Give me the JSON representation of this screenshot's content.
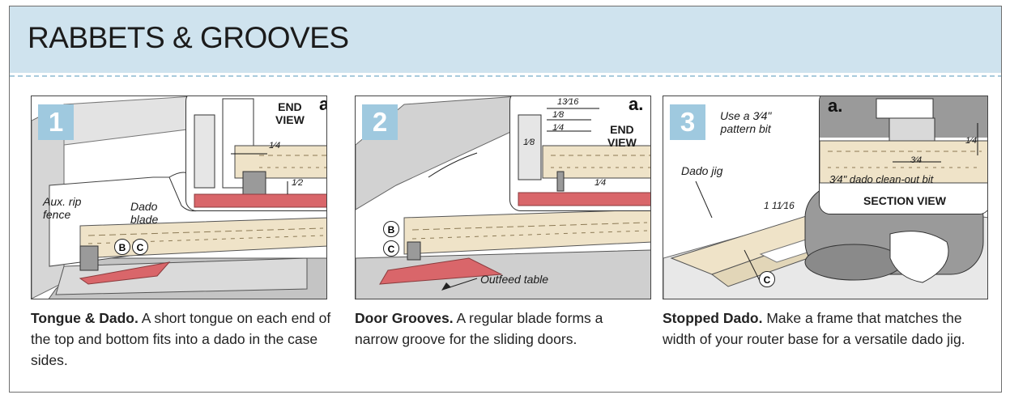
{
  "header": {
    "title": "RABBETS & GROOVES"
  },
  "panels": [
    {
      "number": "1",
      "inset_mark": "a.",
      "inset_view": "END\nVIEW",
      "dims": [
        "1⁄4",
        "1⁄2"
      ],
      "labels": {
        "fence": "Aux. rip\nfence",
        "blade": "Dado\nblade",
        "b": "B",
        "c": "C"
      },
      "caption_title": "Tongue & Dado.",
      "caption_text": " A short tongue on each end of the top and bottom fits into a dado in the case sides."
    },
    {
      "number": "2",
      "inset_mark": "a.",
      "inset_view": "END\nVIEW",
      "dims": [
        "13⁄16",
        "1⁄8",
        "1⁄4",
        "1⁄8",
        "1⁄4"
      ],
      "labels": {
        "b": "B",
        "c": "C",
        "outfeed": "Outfeed table"
      },
      "caption_title": "Door Grooves.",
      "caption_text": " A regular blade forms a narrow groove for the sliding doors."
    },
    {
      "number": "3",
      "inset_mark": "a.",
      "inset_view": "SECTION VIEW",
      "dims": [
        "1⁄4",
        "3⁄4",
        "1 11⁄16"
      ],
      "labels": {
        "pattern_bit": "Use a 3⁄4\"\npattern bit",
        "jig": "Dado jig",
        "cleanout": "3⁄4\" dado clean-out bit",
        "c": "C"
      },
      "caption_title": "Stopped Dado.",
      "caption_text": " Make a frame that matches the width of your router base for a versatile dado jig."
    }
  ],
  "colors": {
    "banner": "#cfe3ee",
    "badge": "#9fc9df",
    "red": "#d9666a",
    "wood": "#efe3c8",
    "gray": "#b9b9b9"
  }
}
